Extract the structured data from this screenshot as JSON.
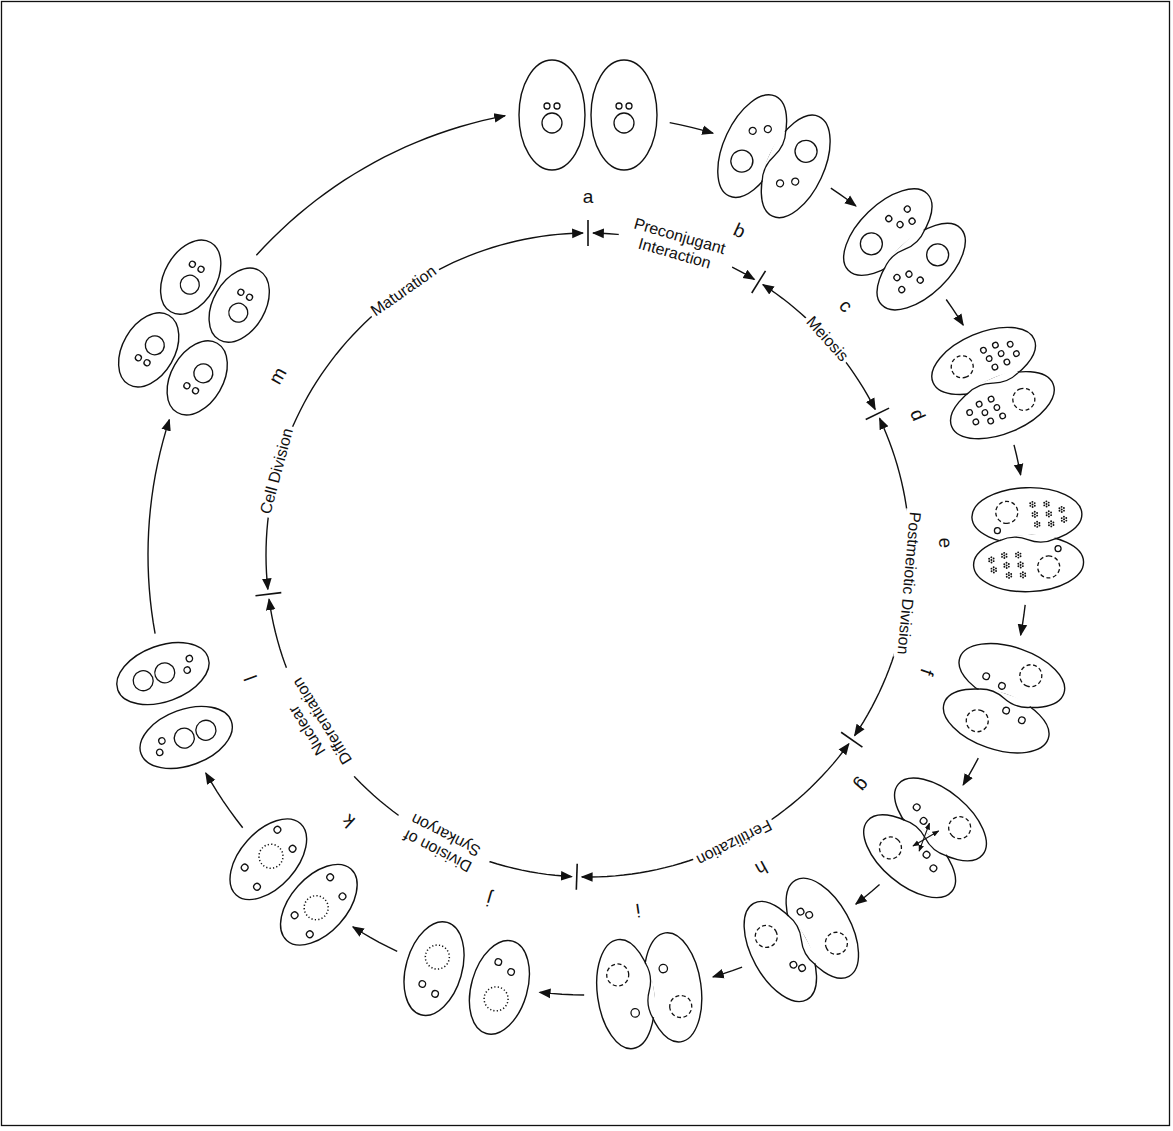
{
  "diagram": {
    "labels": [
      "a",
      "Preconjugant Interaction",
      "b",
      "c",
      "Meiosis",
      "d",
      "e",
      "Postmeiotic Division",
      "f",
      "g",
      "h",
      "Fertilization",
      "i",
      "j",
      "Division of Synkaryon",
      "k",
      "Nuclear Differentiation",
      "l",
      "Cell Division",
      "m",
      "Maturation"
    ]
  }
}
